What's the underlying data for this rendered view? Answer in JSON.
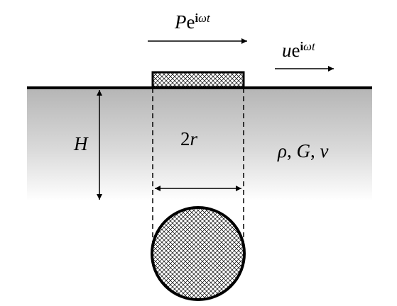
{
  "labels": {
    "force_base": "P",
    "force_e": "e",
    "force_i": "i",
    "force_exp": "ωt",
    "disp_base": "u",
    "disp_e": "e",
    "disp_i": "i",
    "disp_exp": "ωt",
    "depth": "H",
    "diameter_num": "2",
    "diameter_var": "r",
    "props_rho": "ρ",
    "props_G": "G",
    "props_nu": "ν",
    "props_sep": ","
  },
  "colors": {
    "line": "#000000",
    "soil_top": "#b8b8b8",
    "soil_bottom": "#ffffff",
    "hatch": "#000000",
    "background": "#ffffff"
  },
  "icons": {
    "arrow": "right-arrow-icon",
    "double_arrow": "double-arrow-icon",
    "hatch_pattern": "crosshatch-pattern"
  }
}
